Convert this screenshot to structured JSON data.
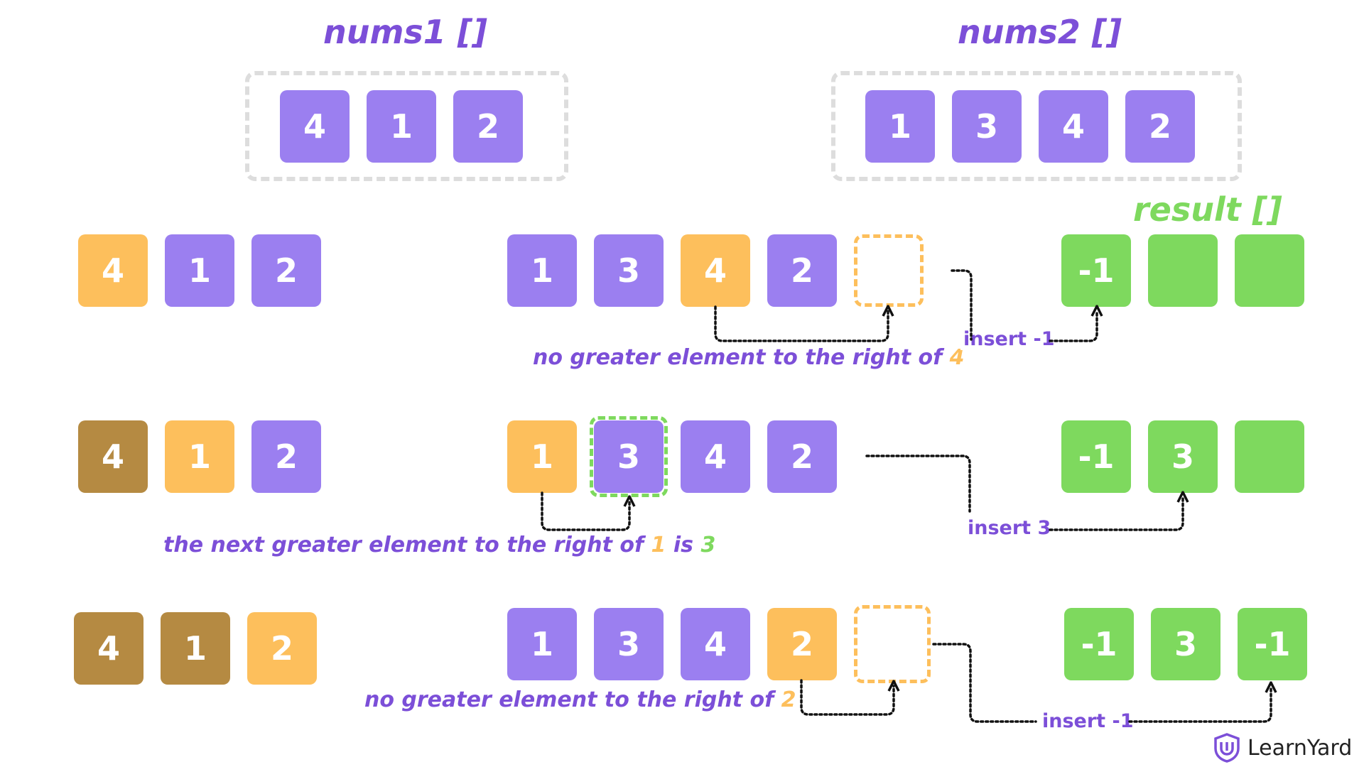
{
  "titles": {
    "nums1": "nums1 []",
    "nums2": "nums2 []",
    "result": "result []"
  },
  "top": {
    "nums1": [
      "4",
      "1",
      "2"
    ],
    "nums2": [
      "1",
      "3",
      "4",
      "2"
    ]
  },
  "colors": {
    "purple": "#9b7ff0",
    "orange": "#fdbf5c",
    "brown": "#b58a42",
    "green": "#7ed95e",
    "label_purple": "#7c4fd8",
    "frame_grey": "#dddddd"
  },
  "rows": [
    {
      "nums1": [
        {
          "v": "4",
          "c": "orange"
        },
        {
          "v": "1",
          "c": "purple"
        },
        {
          "v": "2",
          "c": "purple"
        }
      ],
      "nums2": [
        {
          "v": "1",
          "c": "purple"
        },
        {
          "v": "3",
          "c": "purple"
        },
        {
          "v": "4",
          "c": "orange"
        },
        {
          "v": "2",
          "c": "purple"
        }
      ],
      "result": [
        "-1",
        "",
        ""
      ],
      "note": {
        "pre": "no greater element to the right of ",
        "hl1": "4",
        "mid": "",
        "hl2": ""
      },
      "insert": "insert -1"
    },
    {
      "nums1": [
        {
          "v": "4",
          "c": "brown"
        },
        {
          "v": "1",
          "c": "orange"
        },
        {
          "v": "2",
          "c": "purple"
        }
      ],
      "nums2": [
        {
          "v": "1",
          "c": "orange"
        },
        {
          "v": "3",
          "c": "purple"
        },
        {
          "v": "4",
          "c": "purple"
        },
        {
          "v": "2",
          "c": "purple"
        }
      ],
      "result": [
        "-1",
        "3",
        ""
      ],
      "note": {
        "pre": "the next greater element to the right of ",
        "hl1": "1",
        "mid": " is ",
        "hl2": "3"
      },
      "insert": "insert 3"
    },
    {
      "nums1": [
        {
          "v": "4",
          "c": "brown"
        },
        {
          "v": "1",
          "c": "brown"
        },
        {
          "v": "2",
          "c": "orange"
        }
      ],
      "nums2": [
        {
          "v": "1",
          "c": "purple"
        },
        {
          "v": "3",
          "c": "purple"
        },
        {
          "v": "4",
          "c": "purple"
        },
        {
          "v": "2",
          "c": "orange"
        }
      ],
      "result": [
        "-1",
        "3",
        "-1"
      ],
      "note": {
        "pre": "no greater element to the right of ",
        "hl1": "2",
        "mid": "",
        "hl2": ""
      },
      "insert": "insert -1"
    }
  ],
  "brand": {
    "name": "LearnYard",
    "icon": "learnyard-shield-icon"
  }
}
